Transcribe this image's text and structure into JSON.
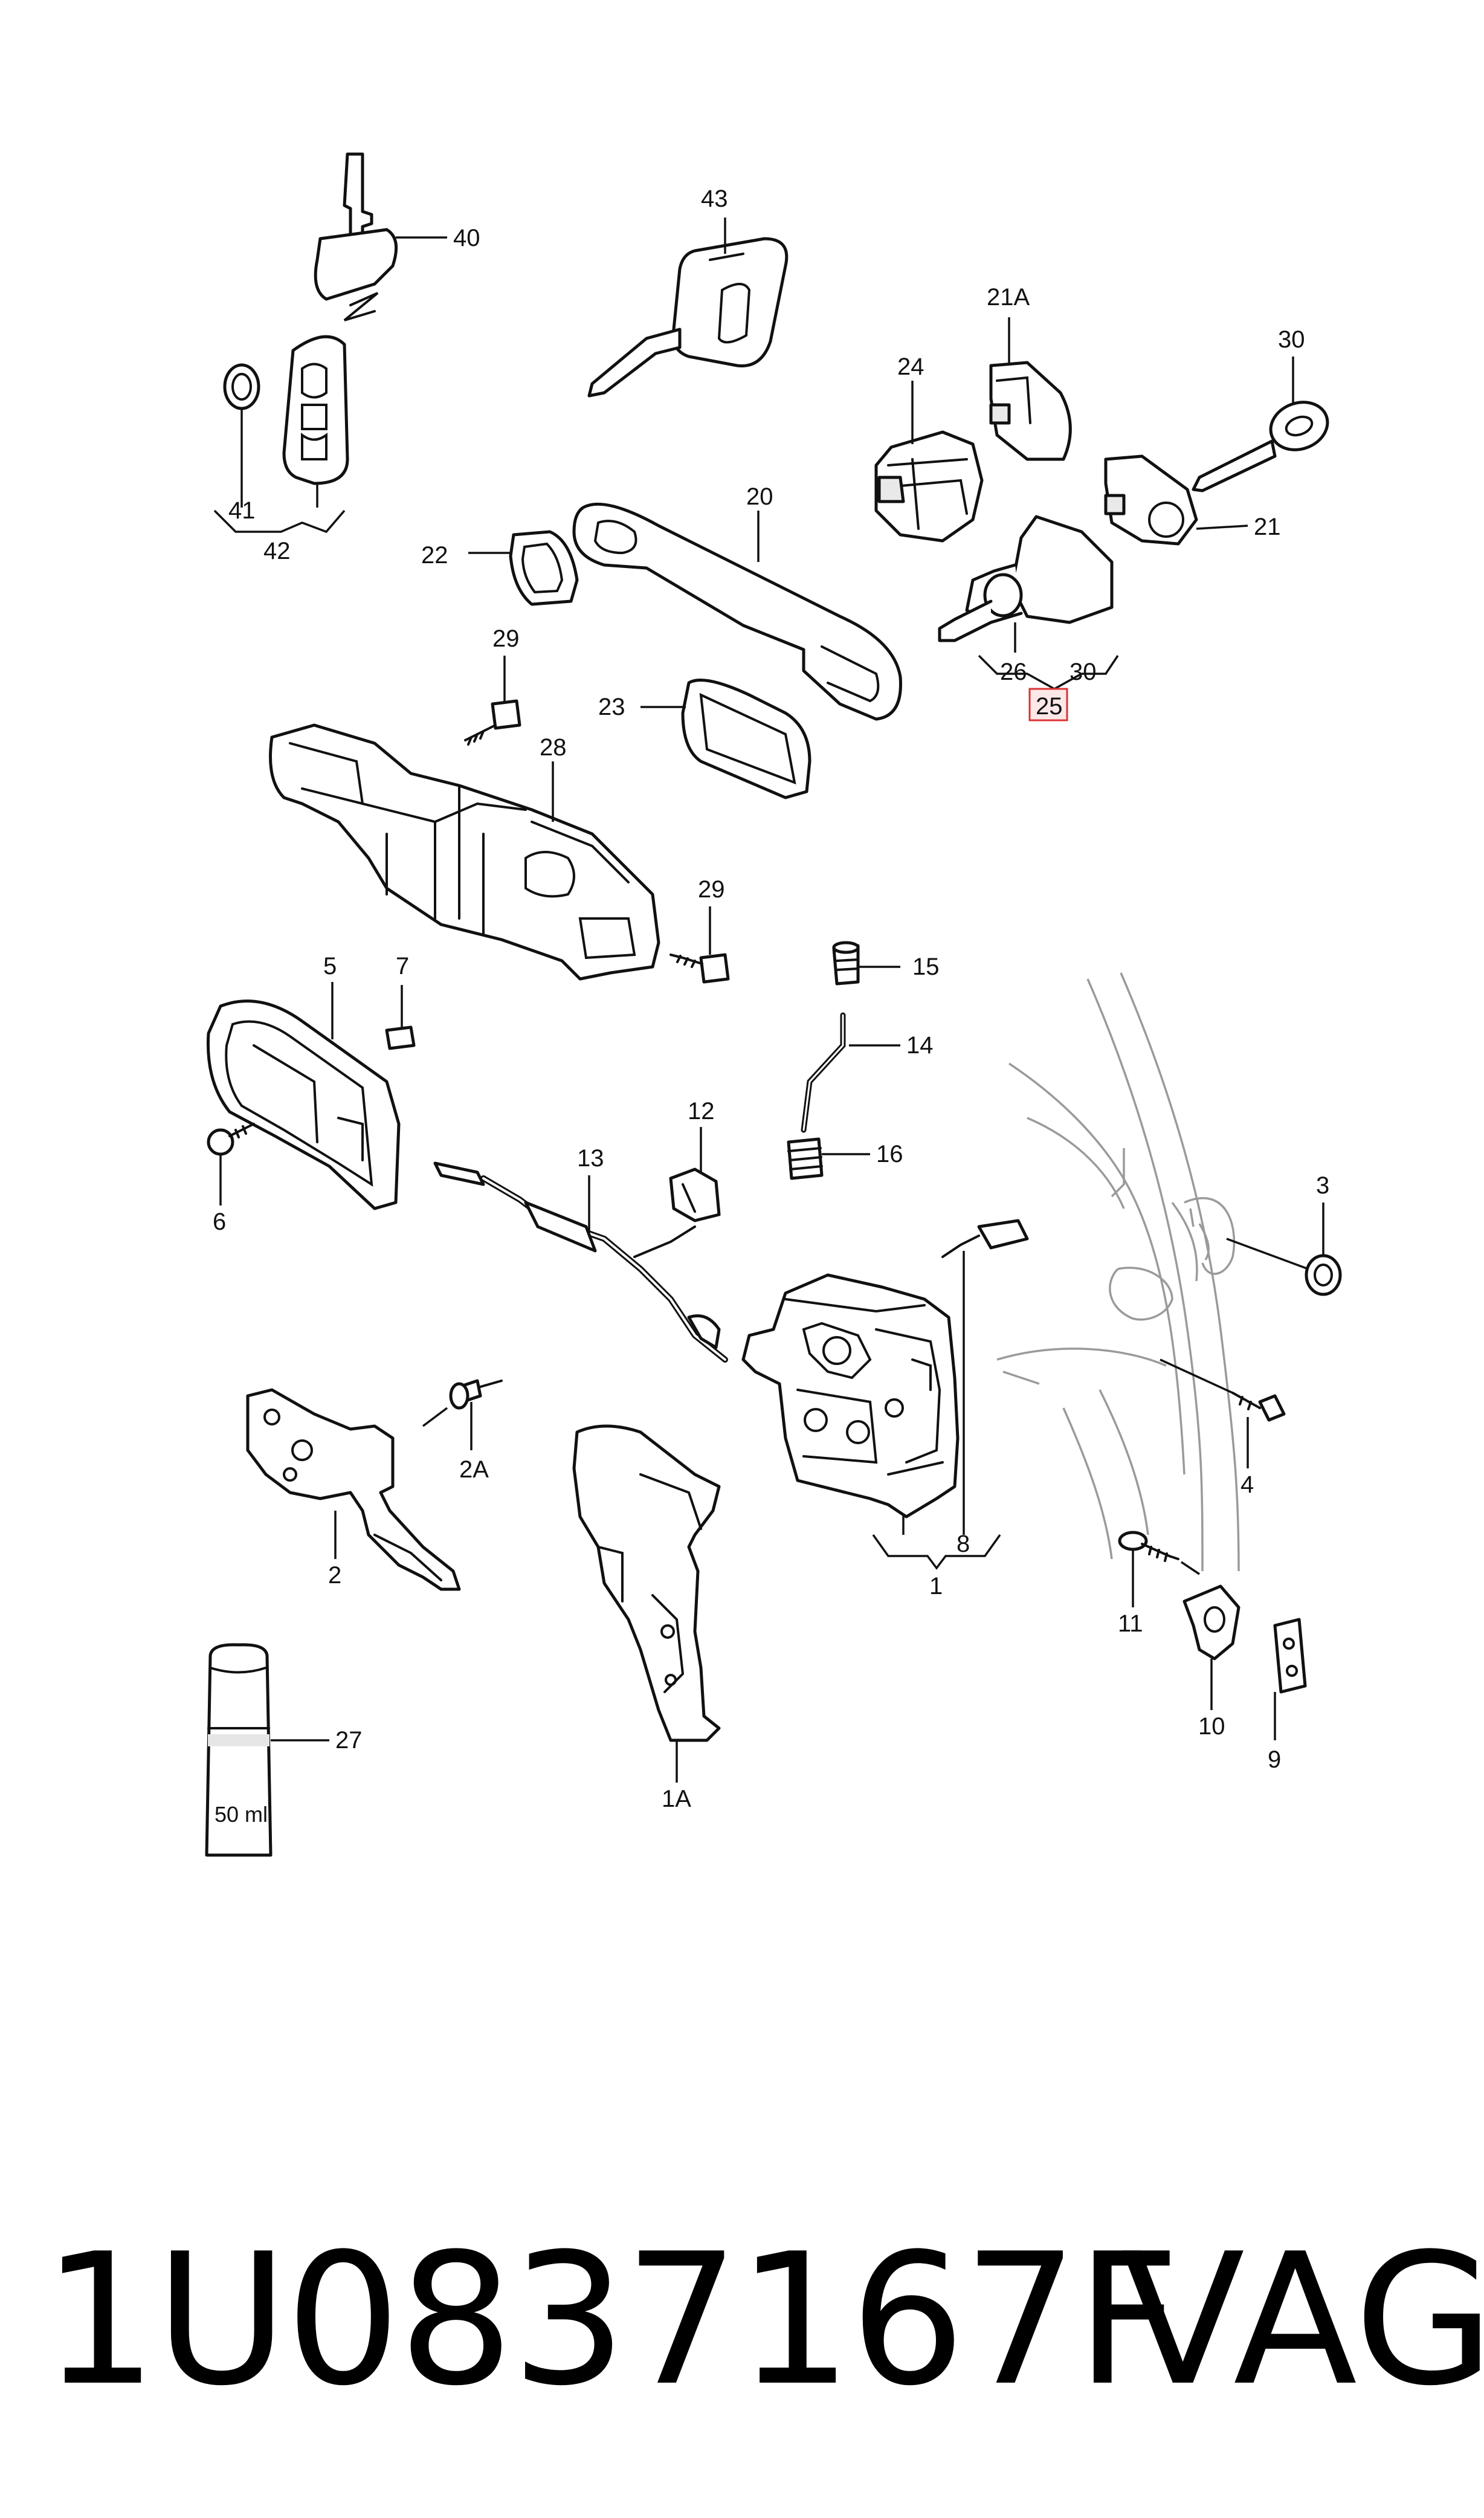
{
  "callouts": [
    "40",
    "41",
    "42",
    "43",
    "21A",
    "24",
    "30",
    "21",
    "20",
    "22",
    "26",
    "30",
    "25",
    "29",
    "23",
    "28",
    "29",
    "15",
    "14",
    "16",
    "5",
    "7",
    "12",
    "6",
    "13",
    "3",
    "2A",
    "8",
    "1",
    "4",
    "2",
    "11",
    "10",
    "9",
    "27",
    "1A"
  ],
  "can_label": "50 ml",
  "part_number": "1U0837167F",
  "brand": "VAG",
  "colors": {
    "highlight_box": "#fde8e8",
    "highlight_border": "#d33"
  }
}
